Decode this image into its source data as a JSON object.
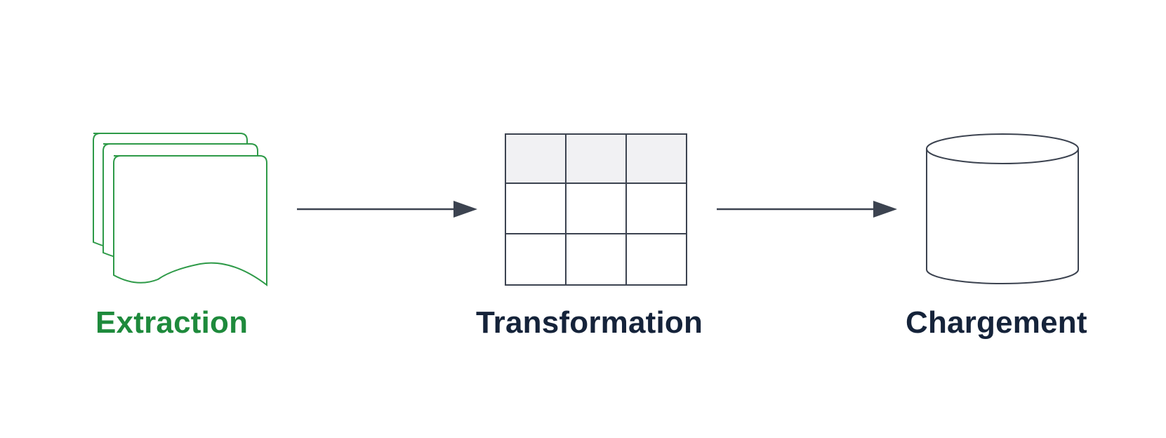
{
  "diagram": {
    "stages": [
      {
        "id": "extraction",
        "label": "Extraction",
        "icon": "document-stack-icon",
        "color": "#1e8a3c"
      },
      {
        "id": "transformation",
        "label": "Transformation",
        "icon": "table-grid-icon",
        "color": "#15233a"
      },
      {
        "id": "chargement",
        "label": "Chargement",
        "icon": "database-cylinder-icon",
        "color": "#15233a"
      }
    ],
    "connectors": [
      {
        "from": "extraction",
        "to": "transformation",
        "icon": "arrow-right-icon"
      },
      {
        "from": "transformation",
        "to": "chargement",
        "icon": "arrow-right-icon"
      }
    ],
    "colors": {
      "extraction_accent": "#1e8a3c",
      "stroke": "#3c4350",
      "table_header_fill": "#f1f1f3",
      "text_dark": "#15233a"
    }
  }
}
